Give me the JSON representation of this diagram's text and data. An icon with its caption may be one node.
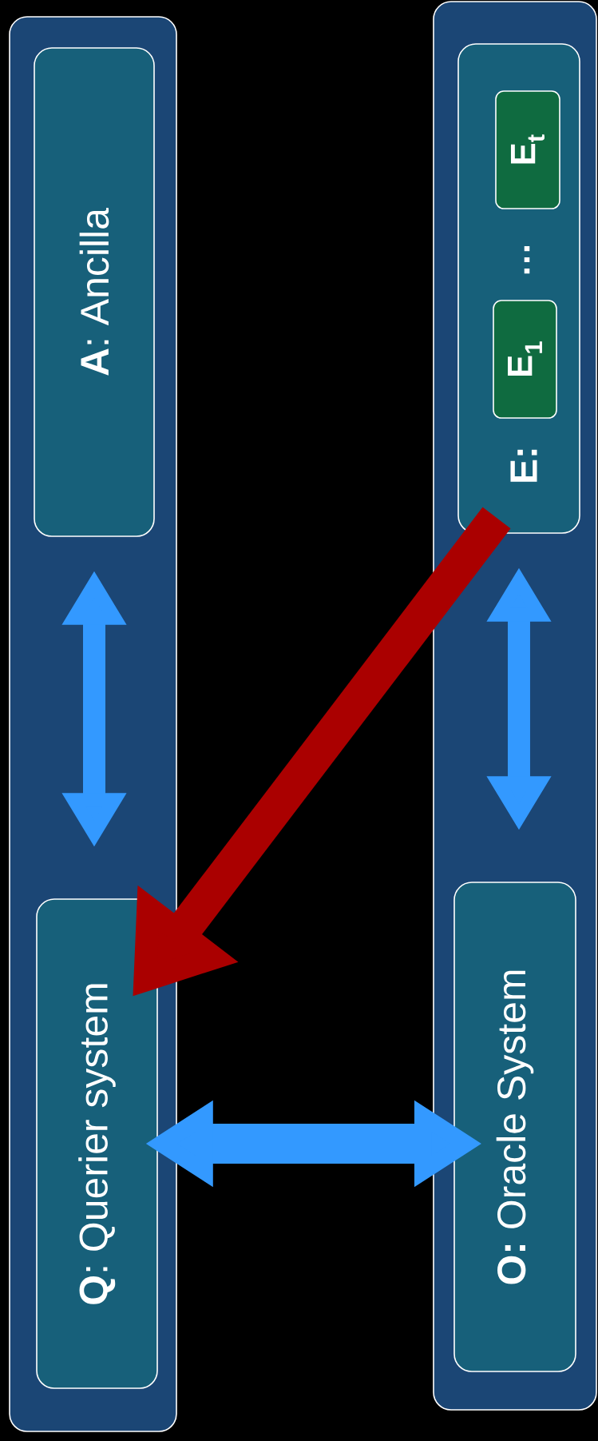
{
  "diagram": {
    "nodes": [
      {
        "text": [],
        "shape": "box"
      },
      {
        "text": [
          "**A**: Ancilla"
        ],
        "in": 0
      },
      {
        "text": [
          "**Q**: Querier system"
        ],
        "in": 0
      },
      {
        "text": [],
        "shape": "box"
      },
      {
        "text": [
          "E:",
          "…"
        ],
        "in": 3
      },
      {
        "text": [
          "E$_{1}$"
        ],
        "in": 4
      },
      {
        "text": [
          "E$_{t}$"
        ],
        "in": 4
      },
      {
        "text": [
          "**O:** Oracle System"
        ],
        "in": 3
      }
    ],
    "edges": [
      {
        "from": 1,
        "to": 2,
        "arrow": "both"
      },
      {
        "from": 4,
        "to": 7,
        "arrow": "both"
      },
      {
        "from": 2,
        "to": 7,
        "arrow": "both"
      },
      {
        "from": 4,
        "to": 2,
        "arrow": "to",
        "color": "#aa0000"
      }
    ]
  }
}
